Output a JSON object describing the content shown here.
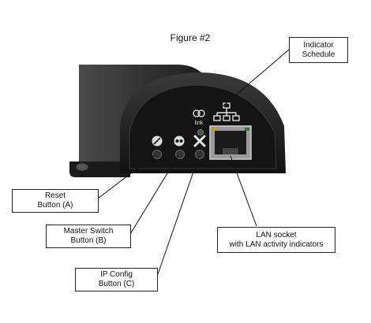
{
  "figure_title": "Figure #2",
  "callouts": {
    "indicator": [
      "Indicator",
      "Schedule"
    ],
    "reset": [
      "Reset",
      "Button (A)"
    ],
    "master_switch": [
      "Master Switch",
      "Button (B)"
    ],
    "ip_config": [
      "IP Config",
      "Button (C)"
    ],
    "lan_socket": [
      "LAN socket",
      "with LAN activity indicators"
    ]
  },
  "device_labels": {
    "link": "link"
  },
  "colors": {
    "device_body": "#2a2a2a",
    "device_face": "#121212",
    "led_green": "#2d7a2d",
    "callout_border": "#222222"
  }
}
